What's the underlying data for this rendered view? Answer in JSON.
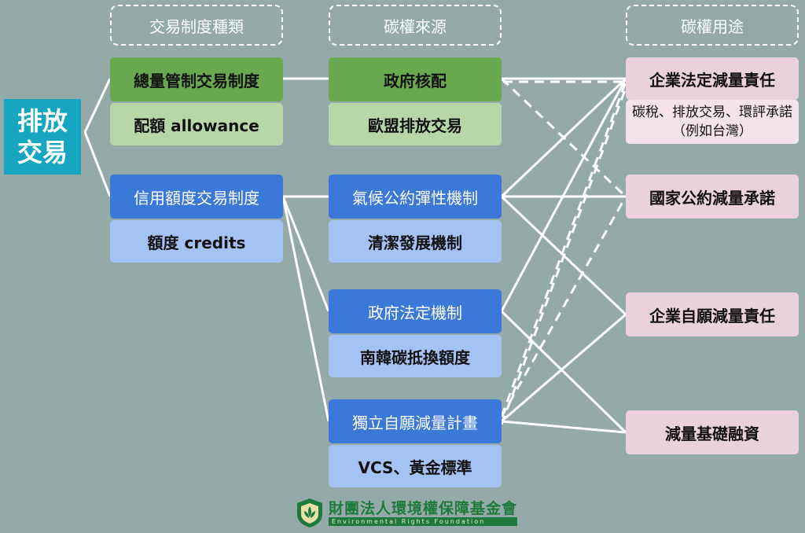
{
  "headers": {
    "types": "交易制度種類",
    "sources": "碳權來源",
    "uses": "碳權用途"
  },
  "main_label": "排放\n交易",
  "cap_trade": {
    "title": "總量管制交易制度",
    "sub": "配額 allowance"
  },
  "credit_trade": {
    "title": "信用額度交易制度",
    "sub": "額度 credits"
  },
  "sources": [
    {
      "title": "政府核配",
      "sub": "歐盟排放交易"
    },
    {
      "title": "氣候公約彈性機制",
      "sub": "清潔發展機制"
    },
    {
      "title": "政府法定機制",
      "sub": "南韓碳抵換額度"
    },
    {
      "title": "獨立自願減量計畫",
      "sub": "VCS、黃金標準"
    }
  ],
  "uses": [
    {
      "title": "企業法定減量責任",
      "sub": "碳稅、排放交易、環評承諾（例如台灣）"
    },
    {
      "title": "國家公約減量承諾"
    },
    {
      "title": "企業自願減量責任"
    },
    {
      "title": "減量基礎融資"
    }
  ],
  "logo": {
    "name": "財團法人環境權保障基金會",
    "english": "Environmental Rights Foundation"
  },
  "colors": {
    "background": "#93aaa9",
    "main": "#16a6c0",
    "green_dark": "#6aa84f",
    "green_light": "#b6d7a8",
    "blue_dark": "#3c78d8",
    "blue_light": "#a4c2f4",
    "pink": "#ead1dc",
    "line": "#ffffff"
  }
}
